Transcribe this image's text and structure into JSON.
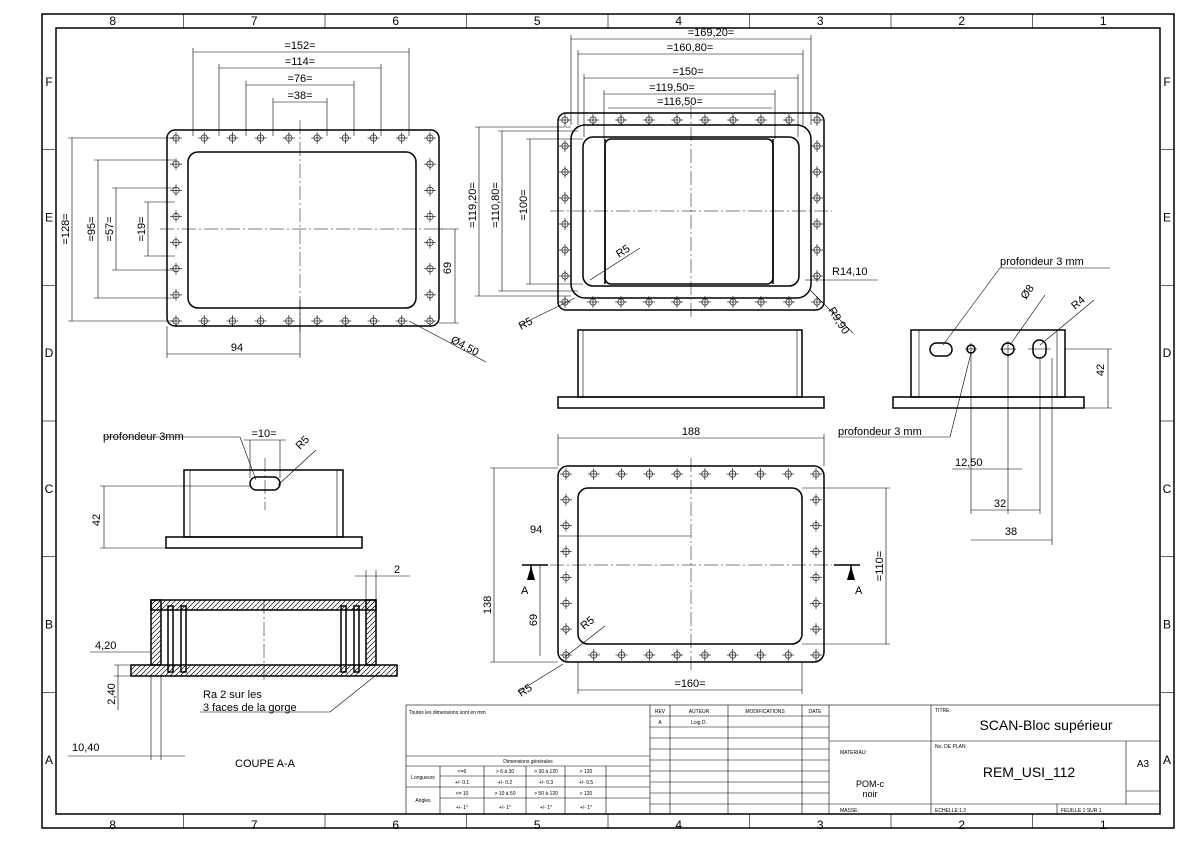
{
  "border": {
    "columns": [
      "8",
      "7",
      "6",
      "5",
      "4",
      "3",
      "2",
      "1"
    ],
    "rows": [
      "F",
      "E",
      "D",
      "C",
      "B",
      "A"
    ]
  },
  "view_top_left": {
    "dims": [
      "=152=",
      "=114=",
      "=76=",
      "=38=",
      "=128=",
      "=95=",
      "=57=",
      "=19=",
      "69",
      "94",
      "Ø4,50"
    ]
  },
  "view_top_right": {
    "dims": [
      "=169,20=",
      "=160,80=",
      "=150=",
      "=119,50=",
      "=116,50=",
      "=119,20=",
      "=110,80=",
      "=100=",
      "R5",
      "R5",
      "R14,10",
      "R9,90"
    ]
  },
  "view_side_right": {
    "dims": [
      "profondeur 3 mm",
      "Ø8",
      "R4",
      "42",
      "profondeur 3 mm",
      "12,50",
      "32",
      "38"
    ]
  },
  "view_side_left": {
    "dims": [
      "profondeur 3mm",
      "=10=",
      "R5",
      "42"
    ]
  },
  "view_bottom_center": {
    "dims": [
      "188",
      "94",
      "138",
      "69",
      "=110=",
      "R5",
      "R5",
      "=160=",
      "A",
      "A"
    ]
  },
  "section_view": {
    "dims": [
      "2",
      "4,20",
      "2,40",
      "10,40"
    ],
    "note_line1": "Ra 2 sur les",
    "note_line2": "3 faces de la gorge",
    "title": "COUPE A-A"
  },
  "title_block": {
    "units_note": "Toutes les dimensions sont en mm",
    "rev_head": "REV",
    "author_head": "AUTEUR",
    "modif_head": "MODIFICATIONS",
    "date_head": "DATE",
    "rev_val": "A",
    "author_val": "Loig D.",
    "gen_dims": "Dimensions générales",
    "longueurs": "Longueurs",
    "angles": "Angles",
    "l_ranges": [
      "<=6",
      "> 6 à 30",
      "> 30 à 120",
      "> 120"
    ],
    "l_tols": [
      "+/- 0.1",
      "+/- 0.2",
      "+/- 0.3",
      "+/- 0.5"
    ],
    "a_ranges": [
      "<= 10",
      "> 10 à 50",
      "> 50 à 120",
      "> 120"
    ],
    "a_tols": [
      "+/- 1°",
      "+/- 1°",
      "+/- 1°",
      "+/- 1°"
    ],
    "materiau_label": "MATERIAU:",
    "materiau_val1": "POM-c",
    "materiau_val2": "noir",
    "masse_label": "MASSE:",
    "titre_label": "TITRE:",
    "titre_val": "SCAN-Bloc supérieur",
    "no_plan_label": "No. DE PLAN",
    "no_plan_val": "REM_USI_112",
    "format_val": "A3",
    "echelle": "ECHELLE:1:2",
    "feuille": "FEUILLE 1 SUR 1"
  }
}
